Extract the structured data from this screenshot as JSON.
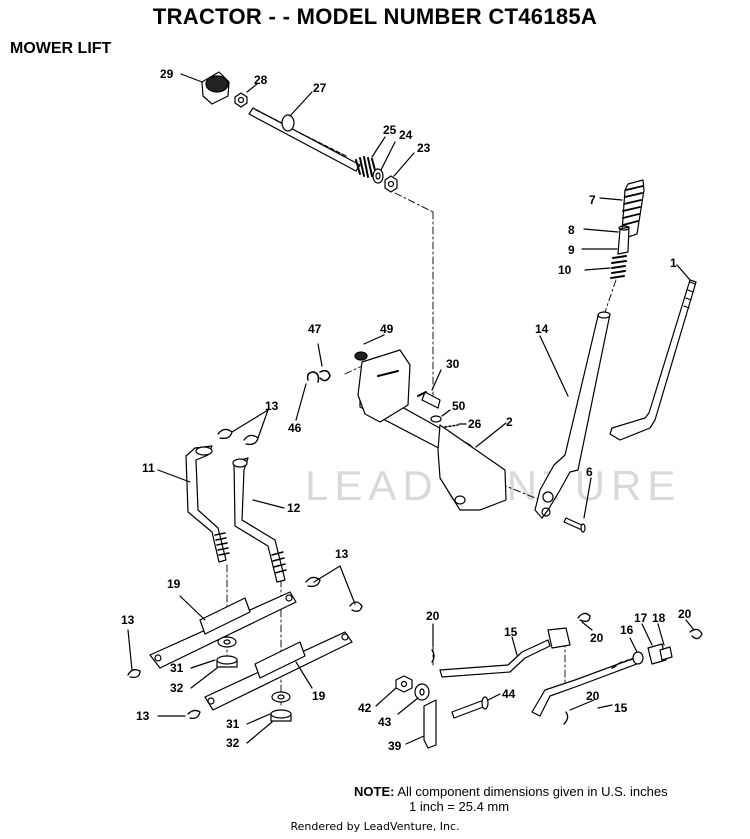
{
  "header": {
    "title": "TRACTOR - - MODEL NUMBER CT46185A",
    "section": "MOWER LIFT"
  },
  "watermark": "LEADVENTURE",
  "note": {
    "label": "NOTE:",
    "line1": "All component dimensions given in U.S. inches",
    "line2": "1 inch = 25.4 mm"
  },
  "footer": "Rendered by LeadVenture, Inc.",
  "callouts": {
    "p29": "29",
    "p28": "28",
    "p27": "27",
    "p25": "25",
    "p24": "24",
    "p23": "23",
    "p7": "7",
    "p8": "8",
    "p9": "9",
    "p10": "10",
    "p1": "1",
    "p14": "14",
    "p47": "47",
    "p49": "49",
    "p30": "30",
    "p50": "50",
    "p26": "26",
    "p2": "2",
    "p46": "46",
    "p13a": "13",
    "p11": "11",
    "p12": "12",
    "p6": "6",
    "p13b": "13",
    "p19a": "19",
    "p13c": "13",
    "p31a": "31",
    "p32a": "32",
    "p19b": "19",
    "p13d": "13",
    "p31b": "31",
    "p32b": "32",
    "p20a": "20",
    "p15a": "15",
    "p20b": "20",
    "p16": "16",
    "p17": "17",
    "p18": "18",
    "p20c": "20",
    "p42": "42",
    "p43": "43",
    "p44": "44",
    "p39": "39",
    "p20d": "20",
    "p15b": "15"
  }
}
